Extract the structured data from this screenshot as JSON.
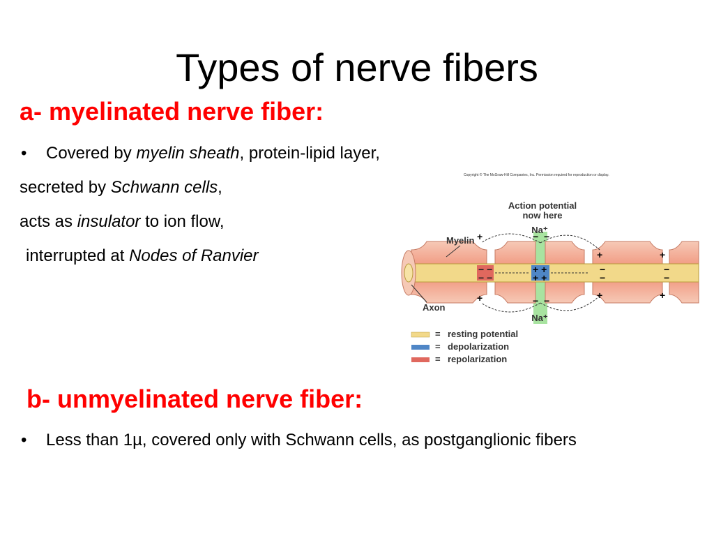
{
  "slide": {
    "title": "Types of nerve fibers",
    "section_a": {
      "heading": "a- myelinated nerve fiber:",
      "bullet": "•",
      "l1_pre": "Covered by ",
      "l1_em": "myelin sheath",
      "l1_post": ", protein-lipid layer,",
      "l2_pre": "secreted by ",
      "l2_em": "Schwann cells",
      "l2_post": ",",
      "l3_pre": "acts as ",
      "l3_em": "insulator",
      "l3_post": " to ion flow,",
      "l4_pre": "interrupted at ",
      "l4_em": "Nodes of Ranvier"
    },
    "section_b": {
      "heading": "b- unmyelinated nerve fiber:",
      "bullet": "•",
      "text": "Less than 1µ, covered only with Schwann cells, as postganglionic fibers"
    }
  },
  "figure": {
    "copyright": "Copyright © The McGraw-Hill Companies, Inc. Permission required for reproduction or display.",
    "label_action_1": "Action potential",
    "label_action_2": "now here",
    "label_na_top": "Na⁺",
    "label_na_bottom": "Na⁺",
    "label_myelin": "Myelin",
    "label_axon": "Axon",
    "legend": [
      {
        "label": "resting potential",
        "color": "#f2d98a"
      },
      {
        "label": "depolarization",
        "color": "#4f86c6"
      },
      {
        "label": "repolarization",
        "color": "#e0685e"
      }
    ],
    "legend_eq": "=",
    "colors": {
      "myelin": "#f4b8a2",
      "axon": "#f2d98a",
      "na_channel": "#a8e3a0",
      "heading_red": "#ff0000"
    }
  }
}
